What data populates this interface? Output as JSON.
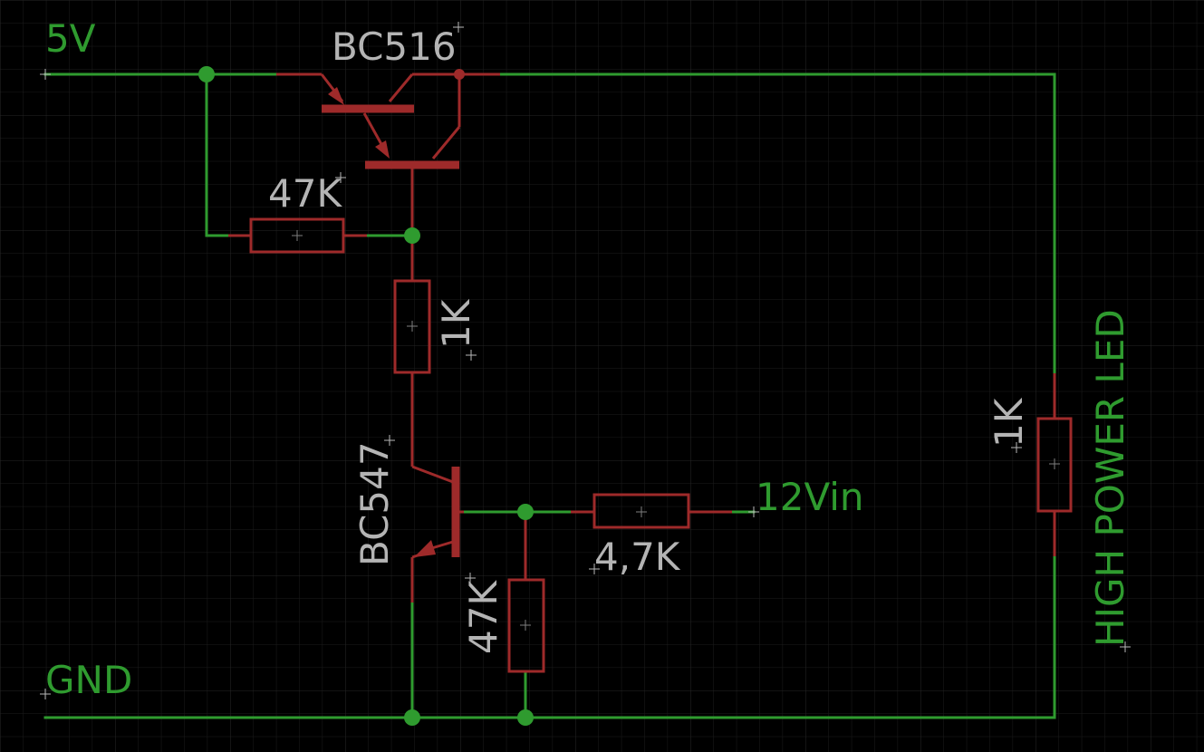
{
  "colors": {
    "background": "#000000",
    "grid_fine": "#1c1c1c",
    "grid_major": "#262626",
    "net_wire": "#2f9b2f",
    "symbol": "#9e2a2a",
    "part_label": "#b4b4b4"
  },
  "nets": {
    "vcc": "5V",
    "gnd": "GND",
    "input": "12Vin",
    "load": "HIGH POWER LED"
  },
  "parts": {
    "q_darlington": "BC516",
    "q_driver": "BC547",
    "r_bias_top": "47K",
    "r_collector": "1K",
    "r_base": "4,7K",
    "r_base_pulldown": "47K",
    "r_load": "1K"
  }
}
